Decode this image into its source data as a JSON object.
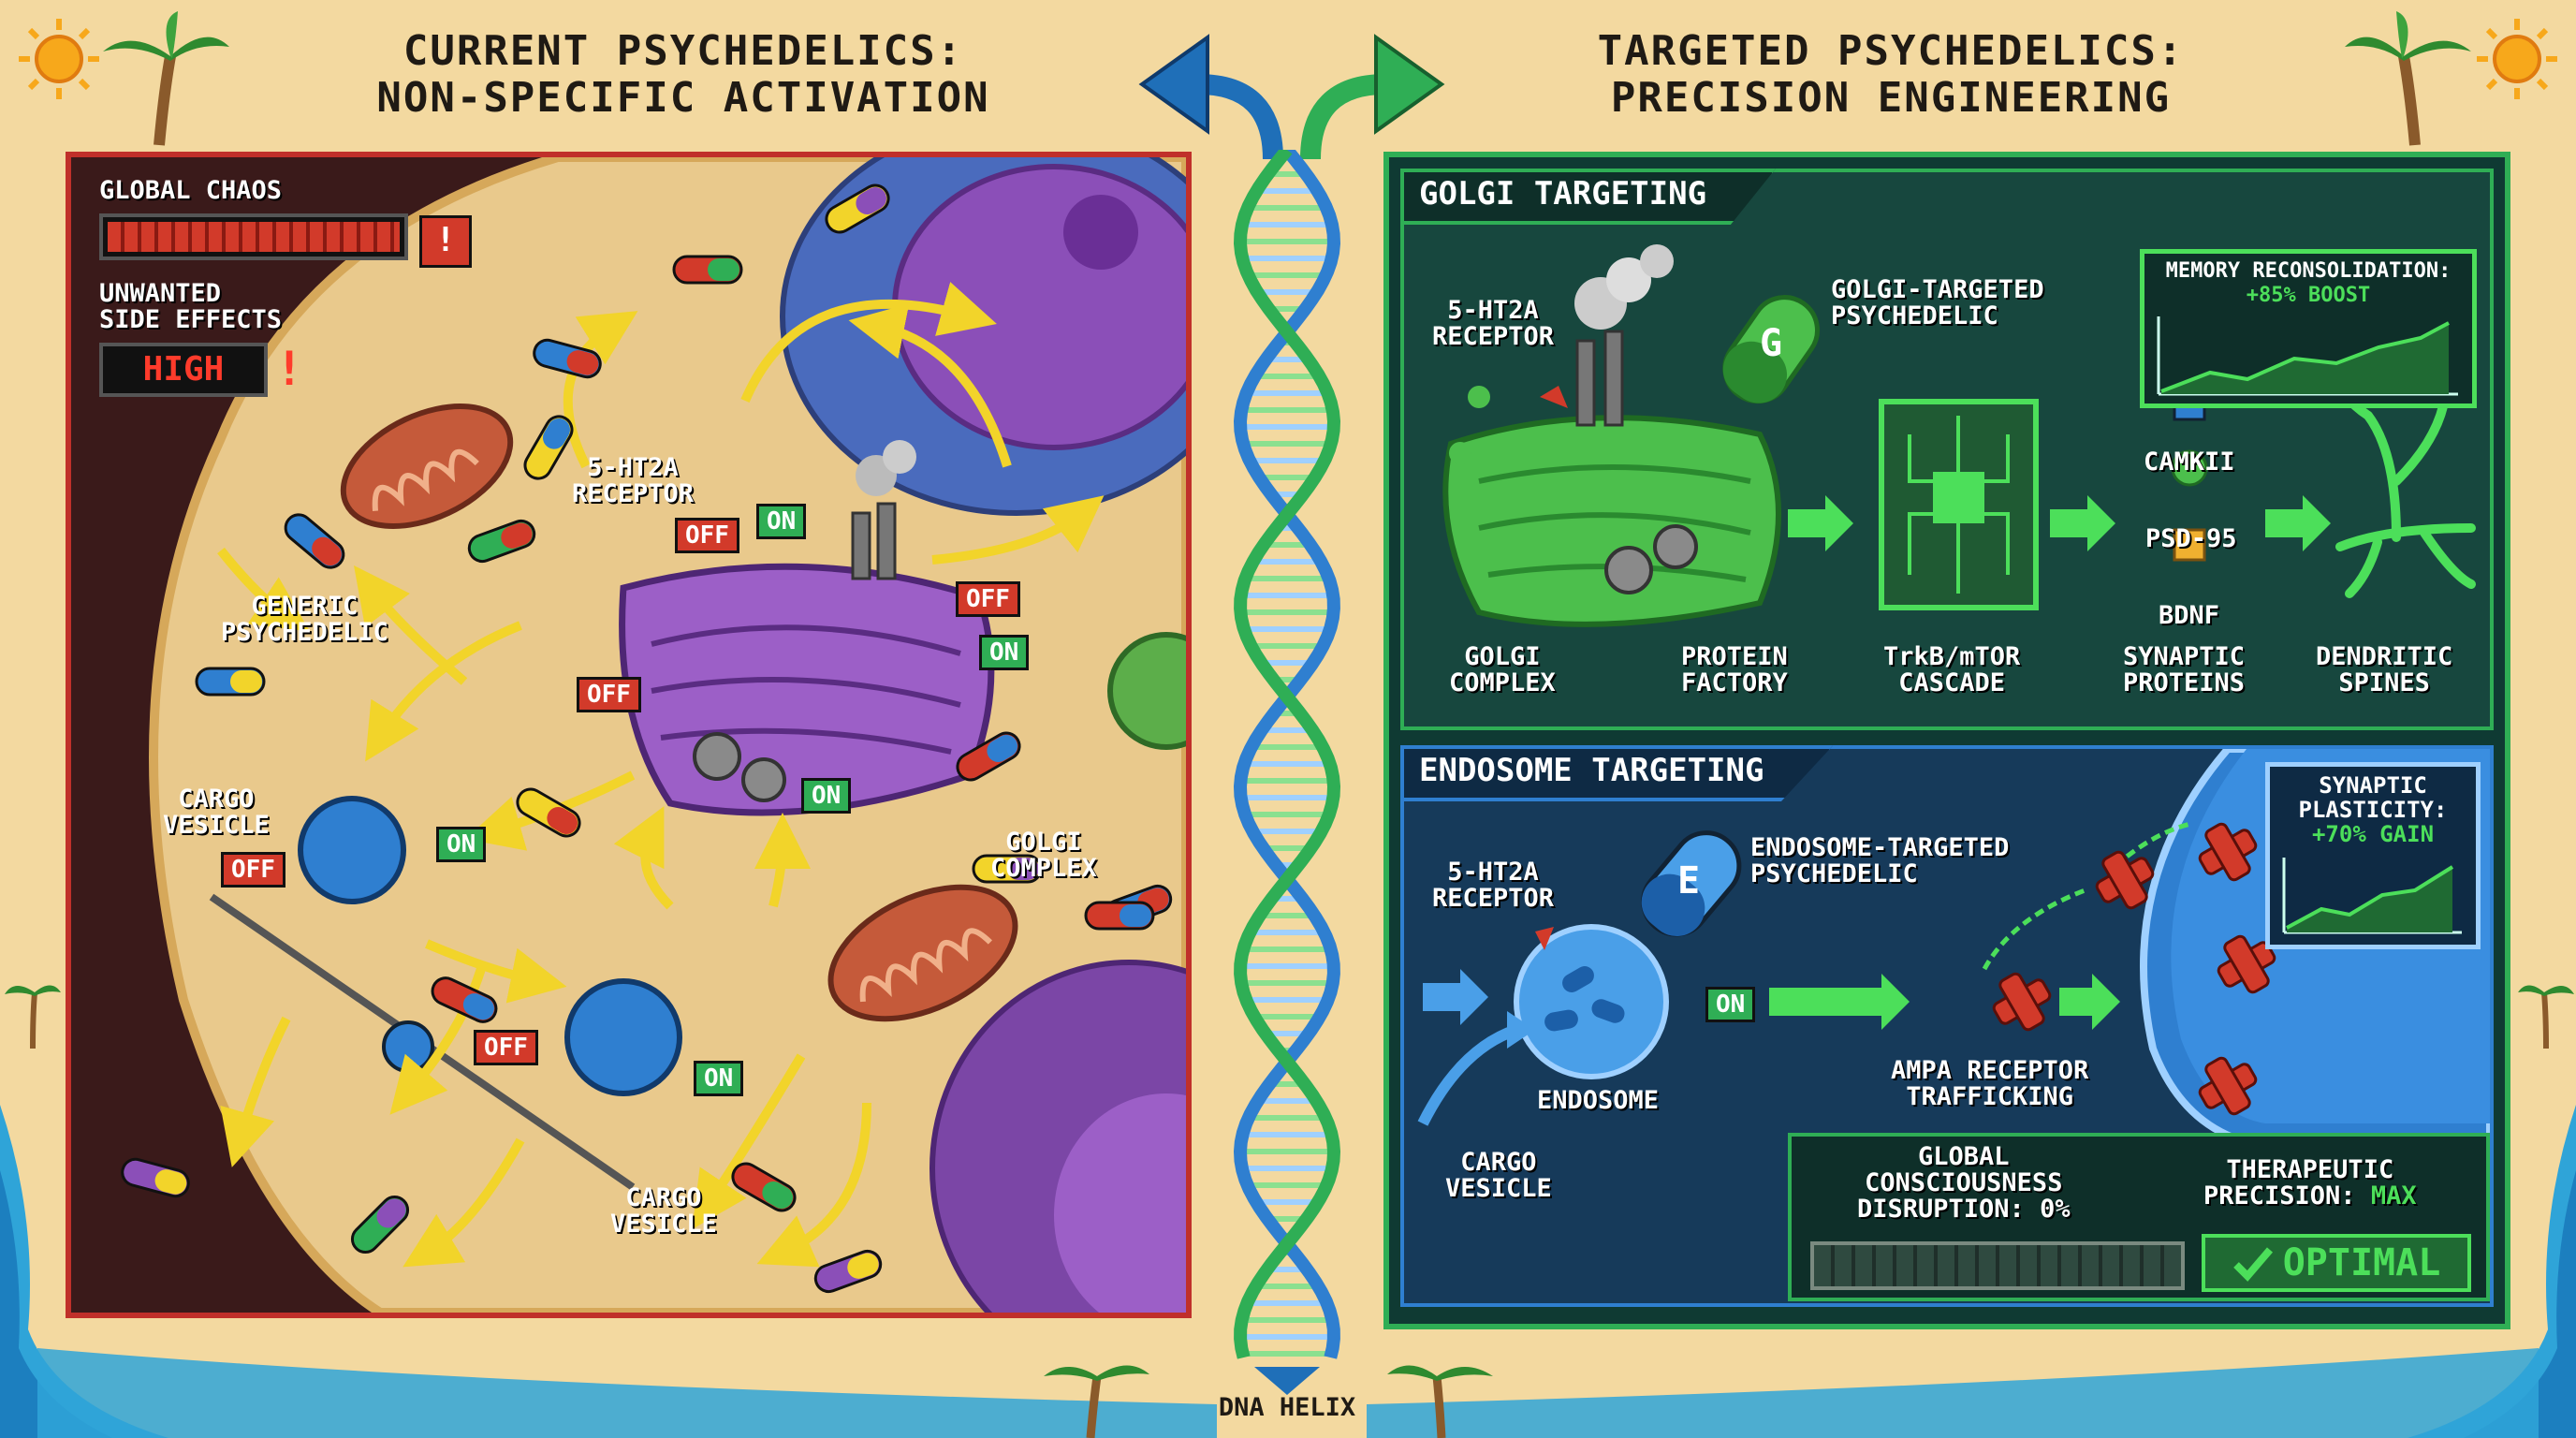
{
  "titles": {
    "left_line1": "CURRENT PSYCHEDELICS:",
    "left_line2": "NON-SPECIFIC ACTIVATION",
    "right_line1": "TARGETED PSYCHEDELICS:",
    "right_line2": "PRECISION ENGINEERING"
  },
  "dna_label": "DNA HELIX",
  "left_panel": {
    "global_chaos_label": "GLOBAL CHAOS",
    "warning_symbol": "!",
    "side_effects_line1": "UNWANTED",
    "side_effects_line2": "SIDE EFFECTS",
    "side_effects_value": "HIGH",
    "receptor_line1": "5-HT2A",
    "receptor_line2": "RECEPTOR",
    "generic_line1": "GENERIC",
    "generic_line2": "PSYCHEDELIC",
    "cargo_line1": "CARGO",
    "cargo_line2": "VESICLE",
    "golgi_line1": "GOLGI",
    "golgi_line2": "COMPLEX",
    "on": "ON",
    "off": "OFF"
  },
  "golgi_section": {
    "header": "GOLGI TARGETING",
    "receptor_line1": "5-HT2A",
    "receptor_line2": "RECEPTOR",
    "drug_line1": "GOLGI-TARGETED",
    "drug_line2": "PSYCHEDELIC",
    "drug_letter": "G",
    "complex_line1": "GOLGI",
    "complex_line2": "COMPLEX",
    "factory_line1": "PROTEIN",
    "factory_line2": "FACTORY",
    "cascade_line1": "TrkB/mTOR",
    "cascade_line2": "CASCADE",
    "camkii": "CAMKII",
    "psd95": "PSD-95",
    "bdnf": "BDNF",
    "syn_line1": "SYNAPTIC",
    "syn_line2": "PROTEINS",
    "spines_line1": "DENDRITIC",
    "spines_line2": "SPINES",
    "memory_title": "MEMORY RECONSOLIDATION:",
    "memory_value": "+85% BOOST"
  },
  "endosome_section": {
    "header": "ENDOSOME TARGETING",
    "receptor_line1": "5-HT2A",
    "receptor_line2": "RECEPTOR",
    "drug_line1": "ENDOSOME-TARGETED",
    "drug_line2": "PSYCHEDELIC",
    "drug_letter": "E",
    "endosome": "ENDOSOME",
    "cargo_line1": "CARGO",
    "cargo_line2": "VESICLE",
    "ampa_line1": "AMPA RECEPTOR",
    "ampa_line2": "TRAFFICKING",
    "on": "ON",
    "plasticity_line1": "SYNAPTIC",
    "plasticity_line2": "PLASTICITY:",
    "plasticity_value": "+70% GAIN",
    "global_line1": "GLOBAL",
    "global_line2": "CONSCIOUSNESS",
    "global_line3": "DISRUPTION: 0%",
    "precision_line1": "THERAPEUTIC",
    "precision_line2_prefix": "PRECISION: ",
    "precision_value": "MAX",
    "optimal": "OPTIMAL"
  },
  "colors": {
    "sand": "#f3d9a0",
    "chaos_red": "#c0302a",
    "target_green": "#2fae55",
    "golgi_purple": "#8b4fb8",
    "endosome_blue": "#2f7fd0",
    "arrow_yellow": "#f2d42a"
  }
}
